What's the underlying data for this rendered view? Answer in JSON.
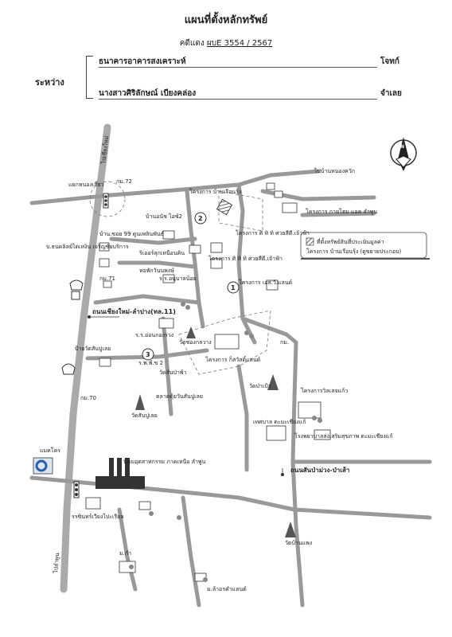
{
  "header": {
    "title": "แผนที่ตั้งหลักทรัพย์",
    "case_label": "คดีแดง",
    "case_number": "ผบE 3554 / 2567",
    "between_label": "ระหว่าง",
    "plaintiff_name": "ธนาคารอาคารสงเคราะห์",
    "plaintiff_role": "โจทก์",
    "defendant_name": "นางสาวศิริลักษณ์ เบียงคล่อง",
    "defendant_role": "จำเลย"
  },
  "map": {
    "labels": {
      "road_chiangmai_lampang": "ถนนเชียงใหม่-ลำปาง(ทล.11)",
      "road_sanpatong": "ถนนสันป่าม่วง-ป่าเส้า",
      "to_chiangmai": "ไปเชียงใหม่",
      "to_lamphun": "ไปลำพูน",
      "to_nong_khwai": "ไปบ้านหนองควัก",
      "junction_lamphun": "แยกหนองเสี่ยว",
      "km72": "กม.72",
      "km71": "กม.71",
      "km70": "กม.70",
      "km_small": "กม.",
      "project_ban_ruean_rung": "โครงการ บ้านเรือนรุ้ง",
      "project_kaiyokham": "โครงการ กายโฮม แอค ลำพูน",
      "project_sirikon": "โครงการ ศิ ทิ ทิ ศวยสีดี.เจ้าฟ้า",
      "project_sirikon_2": "โครงการ ศิ ทิ ทิ ศวยสีดี.เจ้าฟ้า",
      "project_ks_land": "โครงการ เอส.วี.แลนด์",
      "project_ruen_land": "โครงการ ก็สวัสดิ์แลนด์",
      "project_village_kaew": "โครงการวิลเลจแก้ว",
      "ban_umaphon": "บ้านอนัช ไอซ์2",
      "ban_soi_99": "บ้าน.ซอย 99 ดูนเพลินพันธ์",
      "silpa_house": "ริเออร์ลุกเหนือนคิน",
      "hor_phak": "หอพักวันนพงษ์",
      "school_noi": "ร.ร.อนุบาลน้อย",
      "ban_pong": "บ.ธนดลิลย์ไดเหงิน เจริญชัยบริการ",
      "wat_kruang": "ร.ร.อ่อนกองร่วง",
      "wat_mawang": "วัดช่องกลวาง",
      "wat_sanpa": "วัดสันป่าพ้า",
      "wat_sanpu_loei": "วัดสันปูเลย",
      "market_sanpu_loei": "ตลาดดุ้ยวันสันปูเลย",
      "panyai_sanpuloei": "ป้ายวัดสันปูเลย",
      "wat_tong": "วัดป่าเป้า",
      "industrial_estate": "นิคมอุตสาหกรรม ภาคเหนือ ลำพูน",
      "school_sriwiang": "รรซินทร์เวียงไปะเรียล",
      "tessaban": "เทศบาล ตะมะเชียงแก้",
      "hospital": "โรงพยาบาลส่งเสริมสุขภาพ ตะมะเชียงแก้",
      "wat_ban_phaeng": "วัดบ้านแพง",
      "moo_kam": "ม.กำ",
      "moo_khao_kham": "ม.ล้าอรคำแลนด์",
      "big_c": "แมคโคร",
      "ptt": "ร.พ.พ้.ข 2",
      "num1": "1",
      "num2": "2",
      "num3": "3",
      "n_arrow": "N"
    },
    "legend": {
      "line1": "ที่ตั้งทรัพย์สินที่ประเมินมูลค่า",
      "line2": "โครงการ บ้านเรือนรุ้ง (ดูขยายประกอบ)"
    }
  }
}
